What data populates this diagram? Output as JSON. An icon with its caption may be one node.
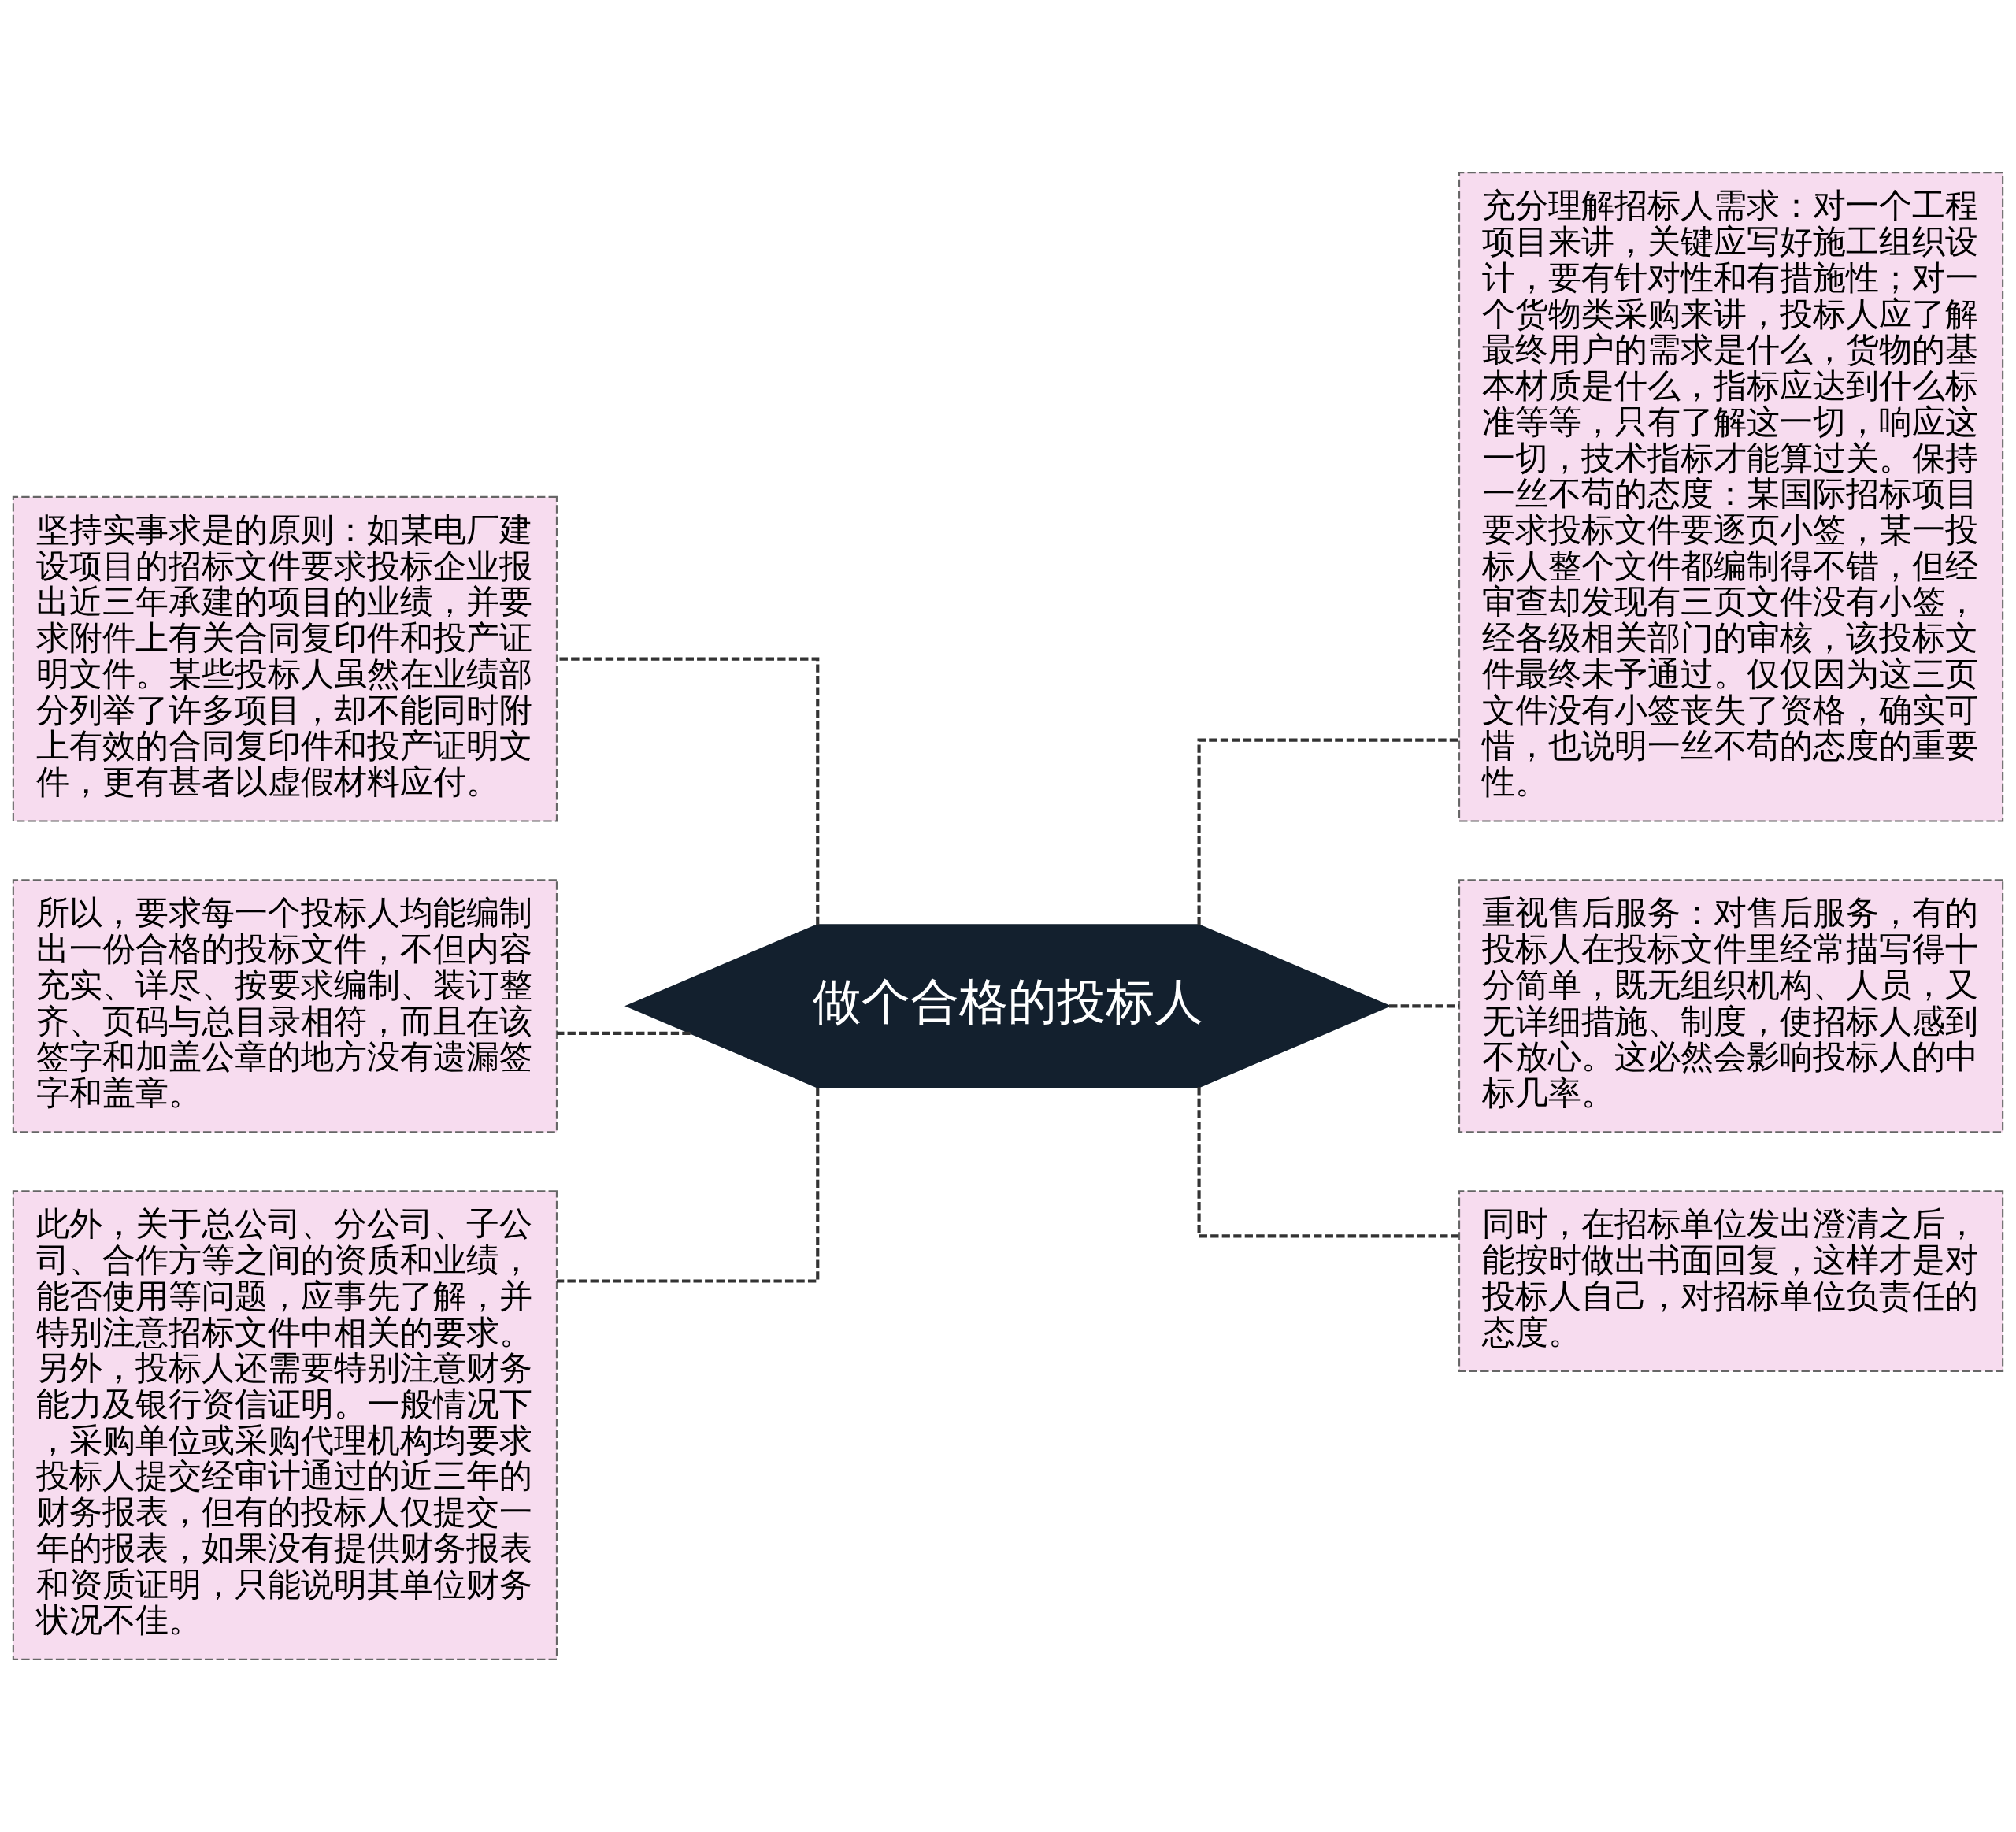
{
  "diagram": {
    "nodes": [
      {
        "text": [
          "做个合格的投标人"
        ]
      },
      {
        "text": [
          "坚持实事求是的原则：如某电厂建设项目的招标文件要求投标企业报出近三年承建的项目的业绩，并要求附件上有关合同复印件和投产证明文件。某些投标人虽然在业绩部分列举了许多项目，却不能同时附上有效的合同复印件和投产证明文件，更有甚者以虚假材料应付。"
        ]
      },
      {
        "text": [
          "所以，要求每一个投标人均能编制出一份合格的投标文件，不但内容充实、详尽、按要求编制、装订整齐、页码与总目录相符，而且在该签字和加盖公章的地方没有遗漏签字和盖章。"
        ]
      },
      {
        "text": [
          "此外，关于总公司、分公司、子公司、合作方等之间的资质和业绩，能否使用等问题，应事先了解，并特别注意招标文件中相关的要求。另外，投标人还需要特别注意财务能力及银行资信证明。一般情况下，采购单位或采购代理机构均要求投标人提交经审计通过的近三年的财务报表，但有的投标人仅提交一年的报表，如果没有提供财务报表和资质证明，只能说明其单位财务状况不佳。"
        ]
      },
      {
        "text": [
          "充分理解招标人需求：对一个工程项目来讲，关键应写好施工组织设计，要有针对性和有措施性；对一个货物类采购来讲，投标人应了解最终用户的需求是什么，货物的基本材质是什么，指标应达到什么标准等等，只有了解这一切，响应这一切，技术指标才能算过关。保持一丝不苟的态度：某国际招标项目要求投标文件要逐页小签，某一投标人整个文件都编制得不错，但经审查却发现有三页文件没有小签，经各级相关部门的审核，该投标文件最终未予通过。仅仅因为这三页文件没有小签丧失了资格，确实可惜，也说明一丝不苟的态度的重要性。"
        ]
      },
      {
        "text": [
          "重视售后服务：对售后服务，有的投标人在投标文件里经常描写得十分简单，既无组织机构、人员，又无详细措施、制度，使招标人感到不放心。这必然会影响投标人的中标几率。"
        ]
      },
      {
        "text": [
          "同时，在招标单位发出澄清之后，能按时做出书面回复，这样才是对投标人自己，对招标单位负责任的态度。"
        ]
      }
    ],
    "edges": [
      {
        "from": 0,
        "to": 1,
        "arrow": "none",
        "style": "dashed"
      },
      {
        "from": 0,
        "to": 2,
        "arrow": "none",
        "style": "dashed"
      },
      {
        "from": 0,
        "to": 3,
        "arrow": "none",
        "style": "dashed"
      },
      {
        "from": 0,
        "to": 4,
        "arrow": "none",
        "style": "dashed"
      },
      {
        "from": 0,
        "to": 5,
        "arrow": "none",
        "style": "dashed"
      },
      {
        "from": 0,
        "to": 6,
        "arrow": "none",
        "style": "dashed"
      }
    ]
  }
}
